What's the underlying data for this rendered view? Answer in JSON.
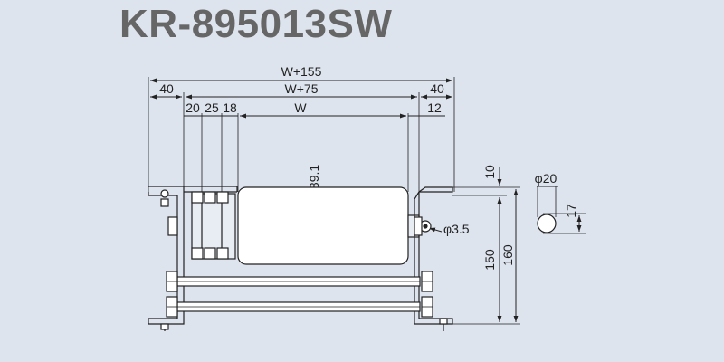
{
  "title": "KR-895013SW",
  "dimensions": {
    "overall_width": "W+155",
    "inner_width": "W+75",
    "left_offset": "40",
    "right_offset": "40",
    "seg_a": "20",
    "seg_b": "25",
    "seg_c": "18",
    "roller_width": "W",
    "right_gap": "12",
    "roller_diameter": "φ89.1",
    "top_gap": "10",
    "shaft_hole": "φ3.5",
    "frame_height_inner": "150",
    "frame_height_outer": "160",
    "pin_diameter": "φ20",
    "pin_width": "17"
  },
  "colors": {
    "background": "#dde4ee",
    "title": "#666666",
    "roller": "#ffffff",
    "line": "#222222"
  }
}
